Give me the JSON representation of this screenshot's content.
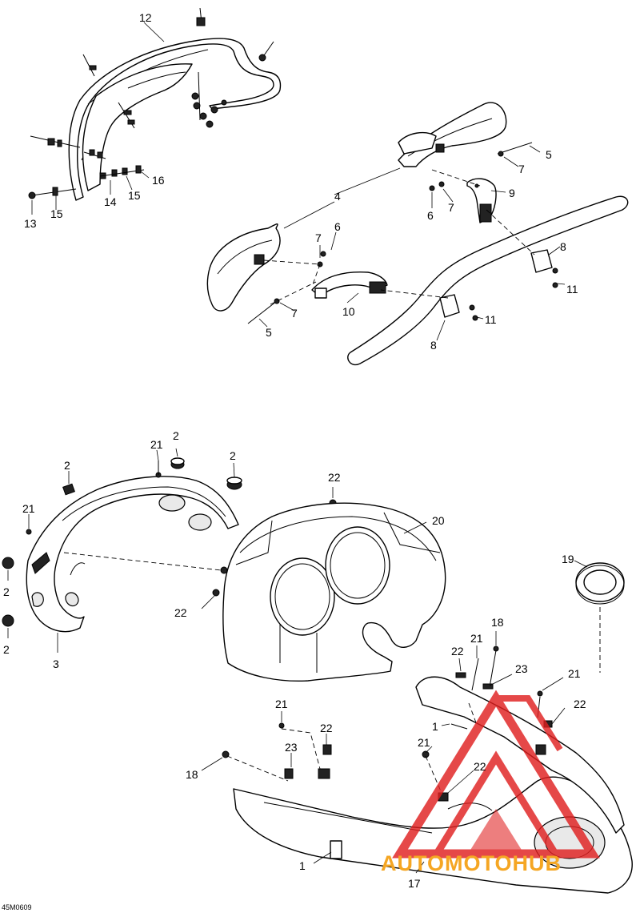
{
  "diagram": {
    "drawing_code": "45M0609",
    "callouts": [
      {
        "id": "c12a",
        "label": "12"
      },
      {
        "id": "c13",
        "label": "13"
      },
      {
        "id": "c15a",
        "label": "15"
      },
      {
        "id": "c14",
        "label": "14"
      },
      {
        "id": "c15b",
        "label": "15"
      },
      {
        "id": "c16",
        "label": "16"
      },
      {
        "id": "c4",
        "label": "4"
      },
      {
        "id": "c5a",
        "label": "5"
      },
      {
        "id": "c7a",
        "label": "7"
      },
      {
        "id": "c9",
        "label": "9"
      },
      {
        "id": "c6a",
        "label": "6"
      },
      {
        "id": "c7b",
        "label": "7"
      },
      {
        "id": "c8a",
        "label": "8"
      },
      {
        "id": "c11a",
        "label": "11"
      },
      {
        "id": "c7c",
        "label": "7"
      },
      {
        "id": "c6b",
        "label": "6"
      },
      {
        "id": "c10",
        "label": "10"
      },
      {
        "id": "c7d",
        "label": "7"
      },
      {
        "id": "c5b",
        "label": "5"
      },
      {
        "id": "c11b",
        "label": "11"
      },
      {
        "id": "c8b",
        "label": "8"
      },
      {
        "id": "c21a",
        "label": "21"
      },
      {
        "id": "c2a",
        "label": "2"
      },
      {
        "id": "c2b",
        "label": "2"
      },
      {
        "id": "c2c",
        "label": "2"
      },
      {
        "id": "c21b",
        "label": "21"
      },
      {
        "id": "c2d",
        "label": "2"
      },
      {
        "id": "c2e",
        "label": "2"
      },
      {
        "id": "c3",
        "label": "3"
      },
      {
        "id": "c22a",
        "label": "22"
      },
      {
        "id": "c20",
        "label": "20"
      },
      {
        "id": "c22b",
        "label": "22"
      },
      {
        "id": "c19",
        "label": "19"
      },
      {
        "id": "c18a",
        "label": "18"
      },
      {
        "id": "c21c",
        "label": "21"
      },
      {
        "id": "c22c",
        "label": "22"
      },
      {
        "id": "c23a",
        "label": "23"
      },
      {
        "id": "c21d",
        "label": "21"
      },
      {
        "id": "c22d",
        "label": "22"
      },
      {
        "id": "c1a",
        "label": "1"
      },
      {
        "id": "c21e",
        "label": "21"
      },
      {
        "id": "c22e",
        "label": "22"
      },
      {
        "id": "c23b",
        "label": "23"
      },
      {
        "id": "c21f",
        "label": "21"
      },
      {
        "id": "c18b",
        "label": "18"
      },
      {
        "id": "c22f",
        "label": "22"
      },
      {
        "id": "c1b",
        "label": "1"
      },
      {
        "id": "c17",
        "label": "17"
      }
    ]
  },
  "watermark": {
    "text": "AUTOMOTOHUB",
    "text_color": "#f5a623",
    "logo_color": "#e02020"
  }
}
